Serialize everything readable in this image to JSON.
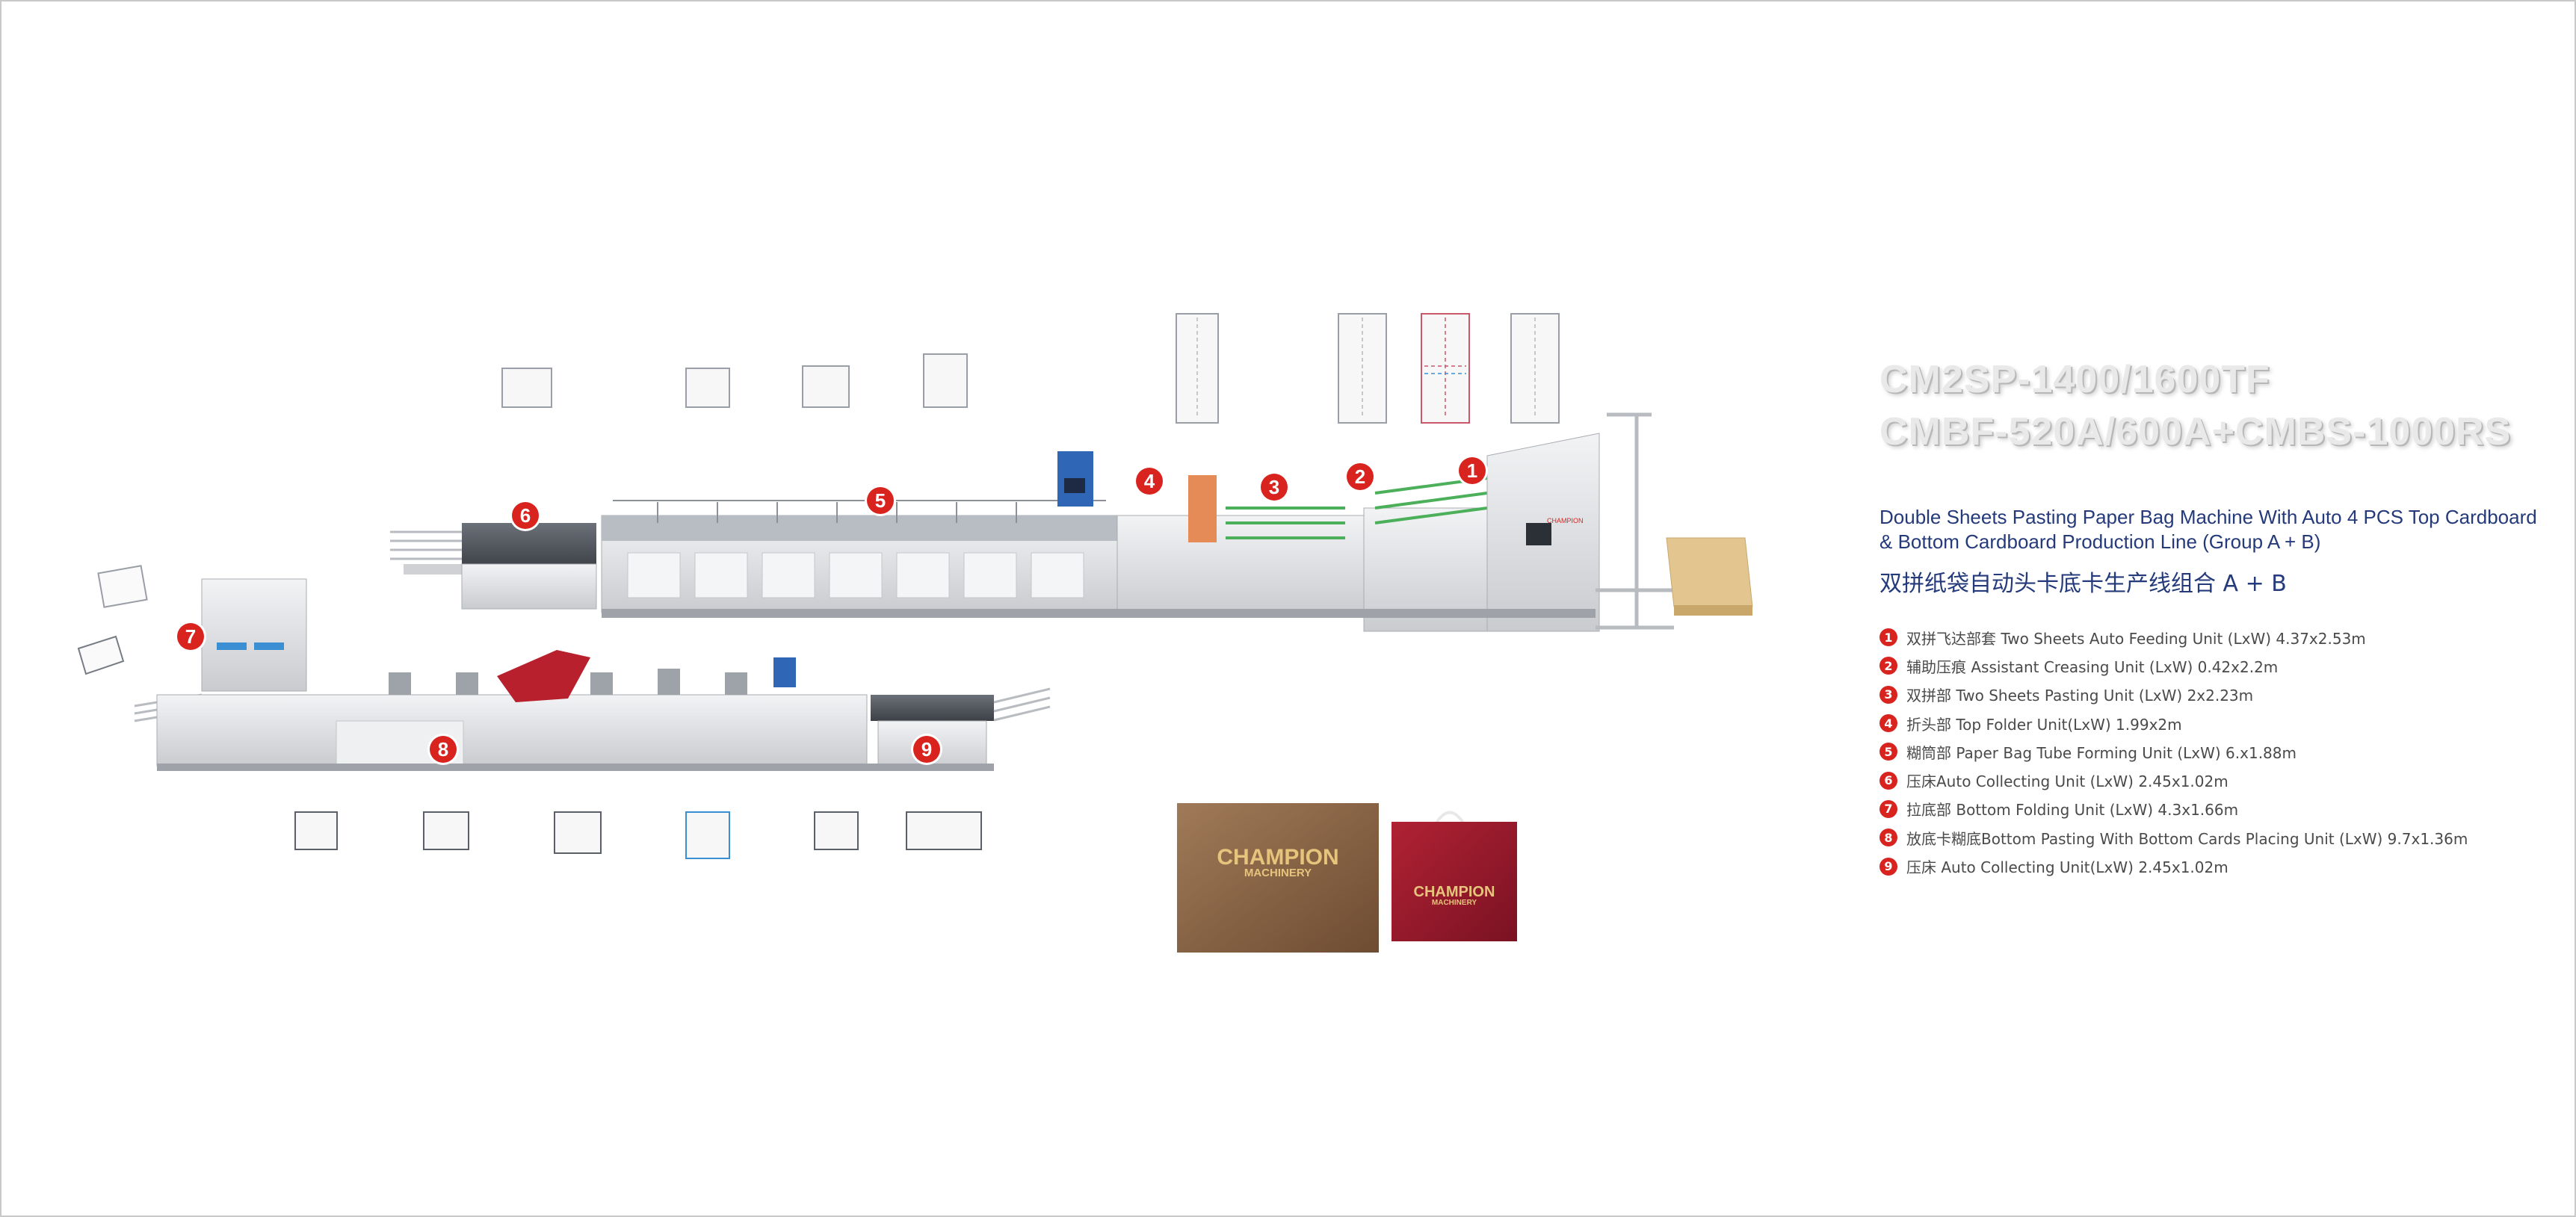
{
  "model_lines": [
    "CM2SP-1400/1600TF",
    "CMBF-520A/600A+CMBS-1000RS"
  ],
  "subtitle_en": "Double Sheets Pasting  Paper Bag Machine With Auto 4 PCS Top Cardboard & Bottom Cardboard Production Line (Group A + B)",
  "subtitle_cn": "双拼纸袋自动头卡底卡生产线组合 A + B",
  "units": [
    {
      "num": "1",
      "text": "双拼飞达部套 Two Sheets Auto Feeding Unit (LxW) 4.37x2.53m"
    },
    {
      "num": "2",
      "text": "辅助压痕 Assistant Creasing Unit (LxW) 0.42x2.2m"
    },
    {
      "num": "3",
      "text": "双拼部 Two Sheets Pasting Unit (LxW) 2x2.23m"
    },
    {
      "num": "4",
      "text": "折头部 Top Folder Unit(LxW) 1.99x2m"
    },
    {
      "num": "5",
      "text": "糊筒部 Paper Bag Tube Forming Unit (LxW) 6.x1.88m"
    },
    {
      "num": "6",
      "text": "压床Auto Collecting Unit (LxW) 2.45x1.02m"
    },
    {
      "num": "7",
      "text": "拉底部 Bottom Folding Unit  (LxW) 4.3x1.66m"
    },
    {
      "num": "8",
      "text": "放底卡糊底Bottom Pasting With Bottom Cards Placing Unit  (LxW) 9.7x1.36m"
    },
    {
      "num": "9",
      "text": "压床 Auto Collecting Unit(LxW) 2.45x1.02m"
    }
  ],
  "diagram_badges": [
    "1",
    "2",
    "3",
    "4",
    "5",
    "6",
    "7",
    "8",
    "9"
  ],
  "brand_label": "CHAMPION",
  "bag_texts": {
    "line1": "CHAMPION",
    "line2": "MACHINERY"
  },
  "colors": {
    "accent_red": "#d8231f",
    "title_blue": "#243a7a",
    "machine_body": "#dcdde0",
    "bag_brown": "#8a6444",
    "bag_red": "#9b1a2b"
  }
}
